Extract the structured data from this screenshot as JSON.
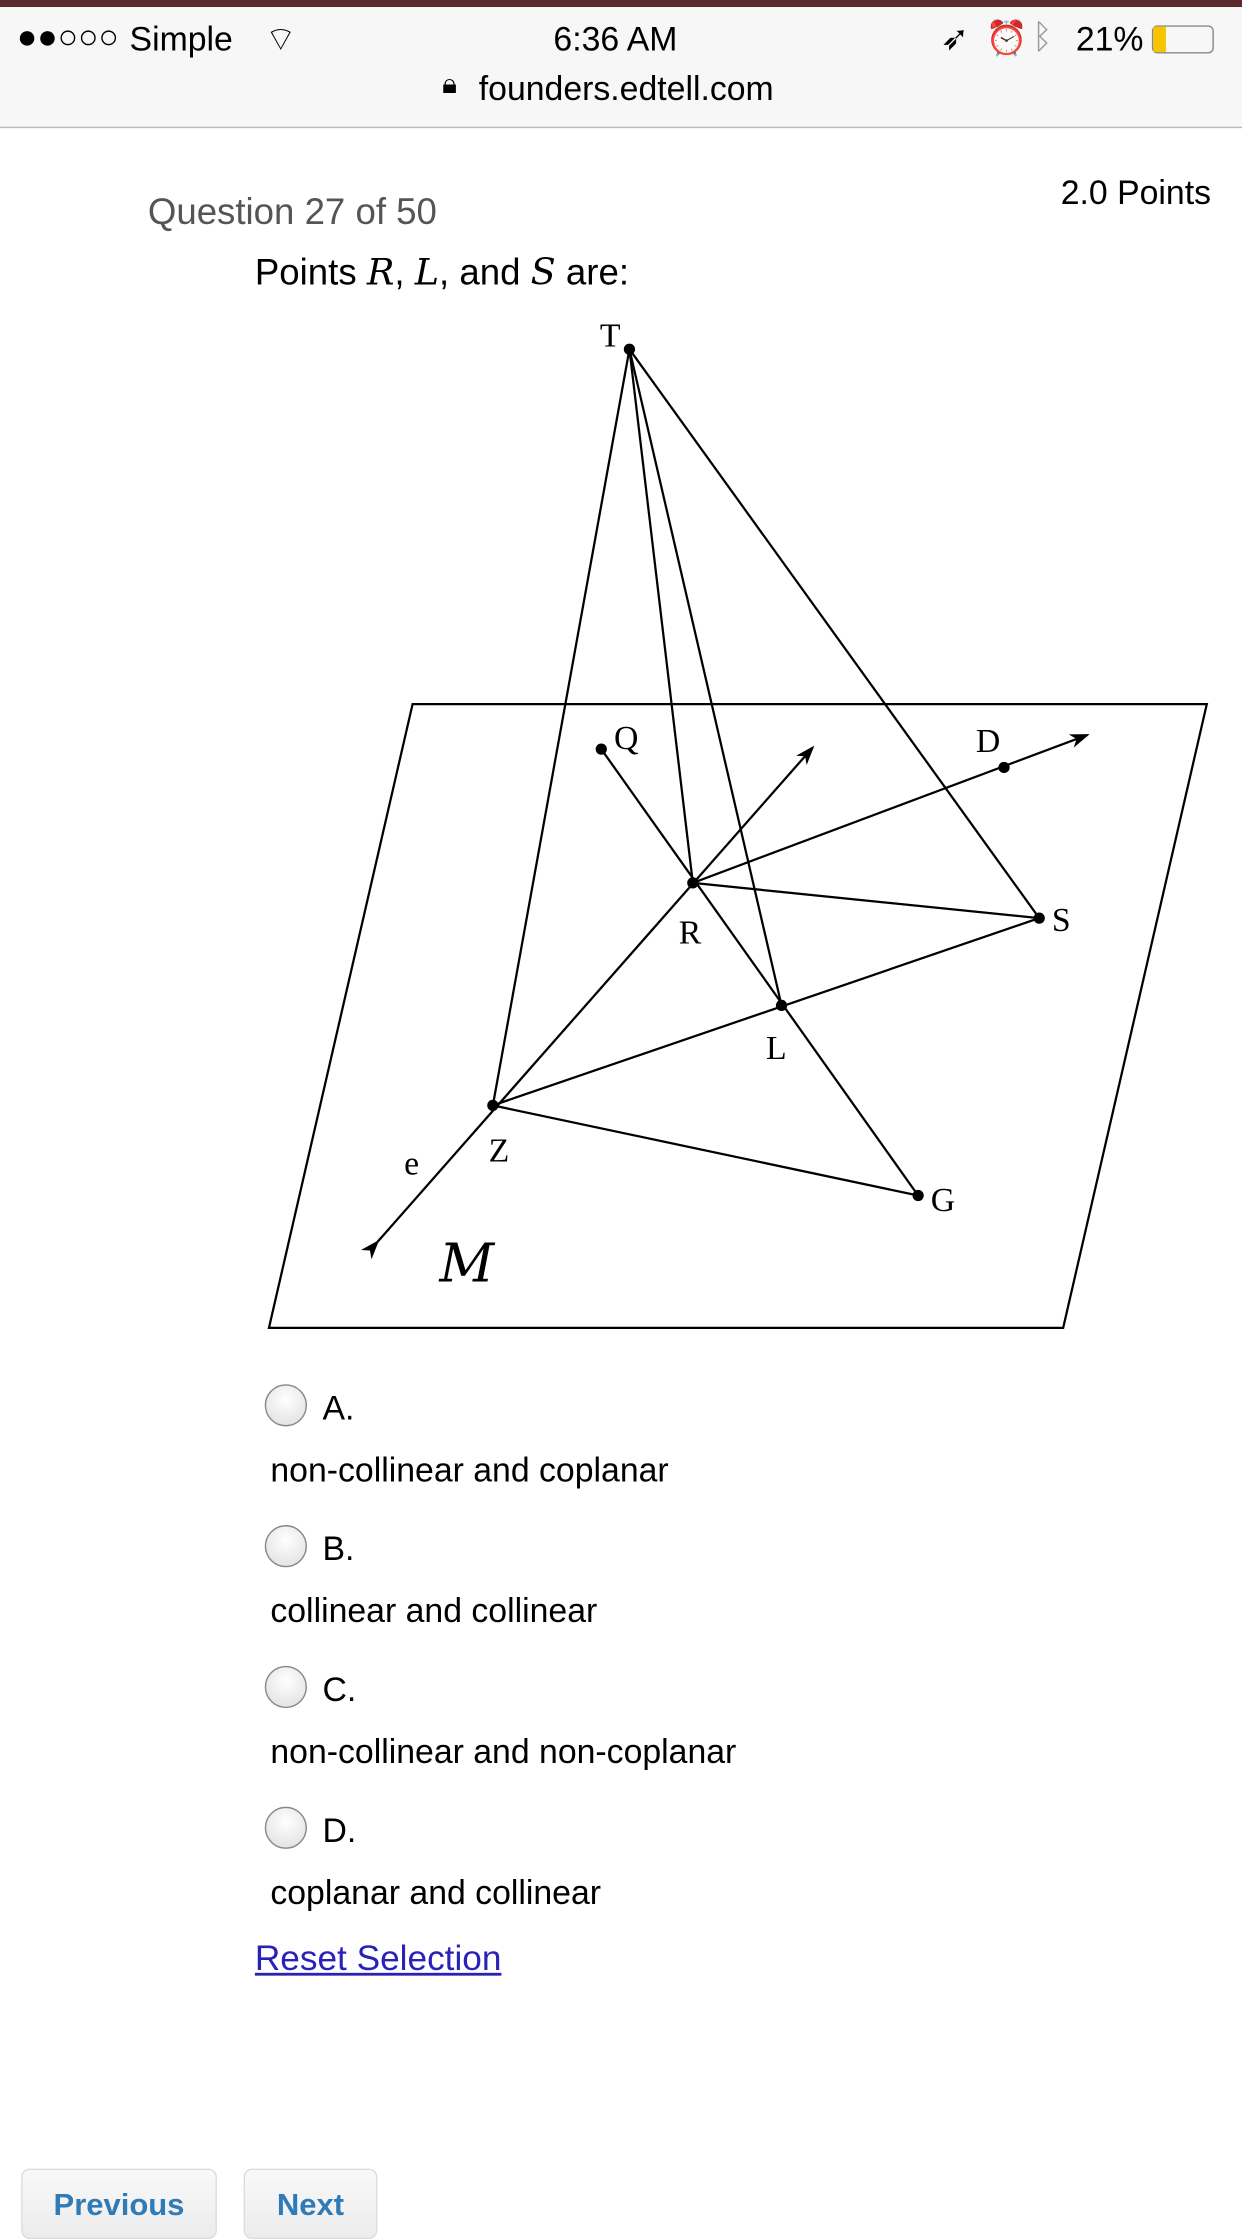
{
  "status_bar": {
    "carrier": "Simple",
    "time": "6:36 AM",
    "battery": "21%",
    "url": "founders.edtell.com",
    "battery_level": 0.21,
    "battery_color": "#f7c500"
  },
  "question": {
    "number_label": "Question 27 of 50",
    "points": "2.0 Points",
    "prompt_prefix": "Points ",
    "p1": "R",
    "sep1": ", ",
    "p2": "L",
    "sep2": ", and ",
    "p3": "S",
    "prompt_suffix": " are:"
  },
  "diagram": {
    "labels": {
      "T": "T",
      "Q": "Q",
      "D": "D",
      "R": "R",
      "S": "S",
      "L": "L",
      "Z": "Z",
      "G": "G",
      "e": "e",
      "M": "M"
    }
  },
  "options": [
    {
      "letter": "A.",
      "text": "non-collinear and coplanar"
    },
    {
      "letter": "B.",
      "text": "collinear and collinear"
    },
    {
      "letter": "C.",
      "text": "non-collinear and non-coplanar"
    },
    {
      "letter": "D.",
      "text": "coplanar and collinear"
    }
  ],
  "reset_label": "Reset Selection",
  "nav": {
    "previous": "Previous",
    "next": "Next"
  }
}
